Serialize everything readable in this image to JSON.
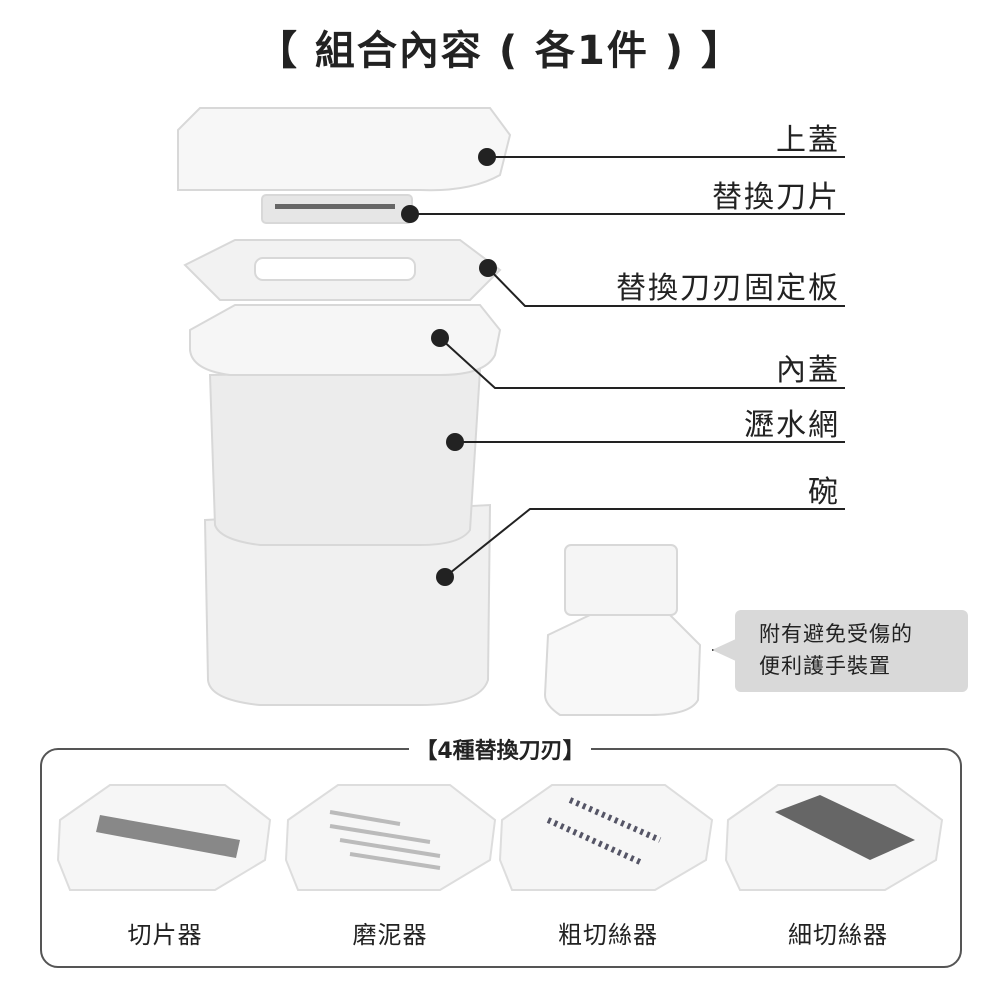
{
  "title": "【 組合內容 ( 各1件 ) 】",
  "parts": [
    {
      "label": "上蓋"
    },
    {
      "label": "替換刀片"
    },
    {
      "label": "替換刀刃固定板"
    },
    {
      "label": "內蓋"
    },
    {
      "label": "瀝水網"
    },
    {
      "label": "碗"
    }
  ],
  "callout": {
    "line1": "附有避免受傷的",
    "line2": "便利護手裝置"
  },
  "blades": {
    "title": "【4種替換刀刃】",
    "items": [
      {
        "label": "切片器"
      },
      {
        "label": "磨泥器"
      },
      {
        "label": "粗切絲器"
      },
      {
        "label": "細切絲器"
      }
    ]
  }
}
